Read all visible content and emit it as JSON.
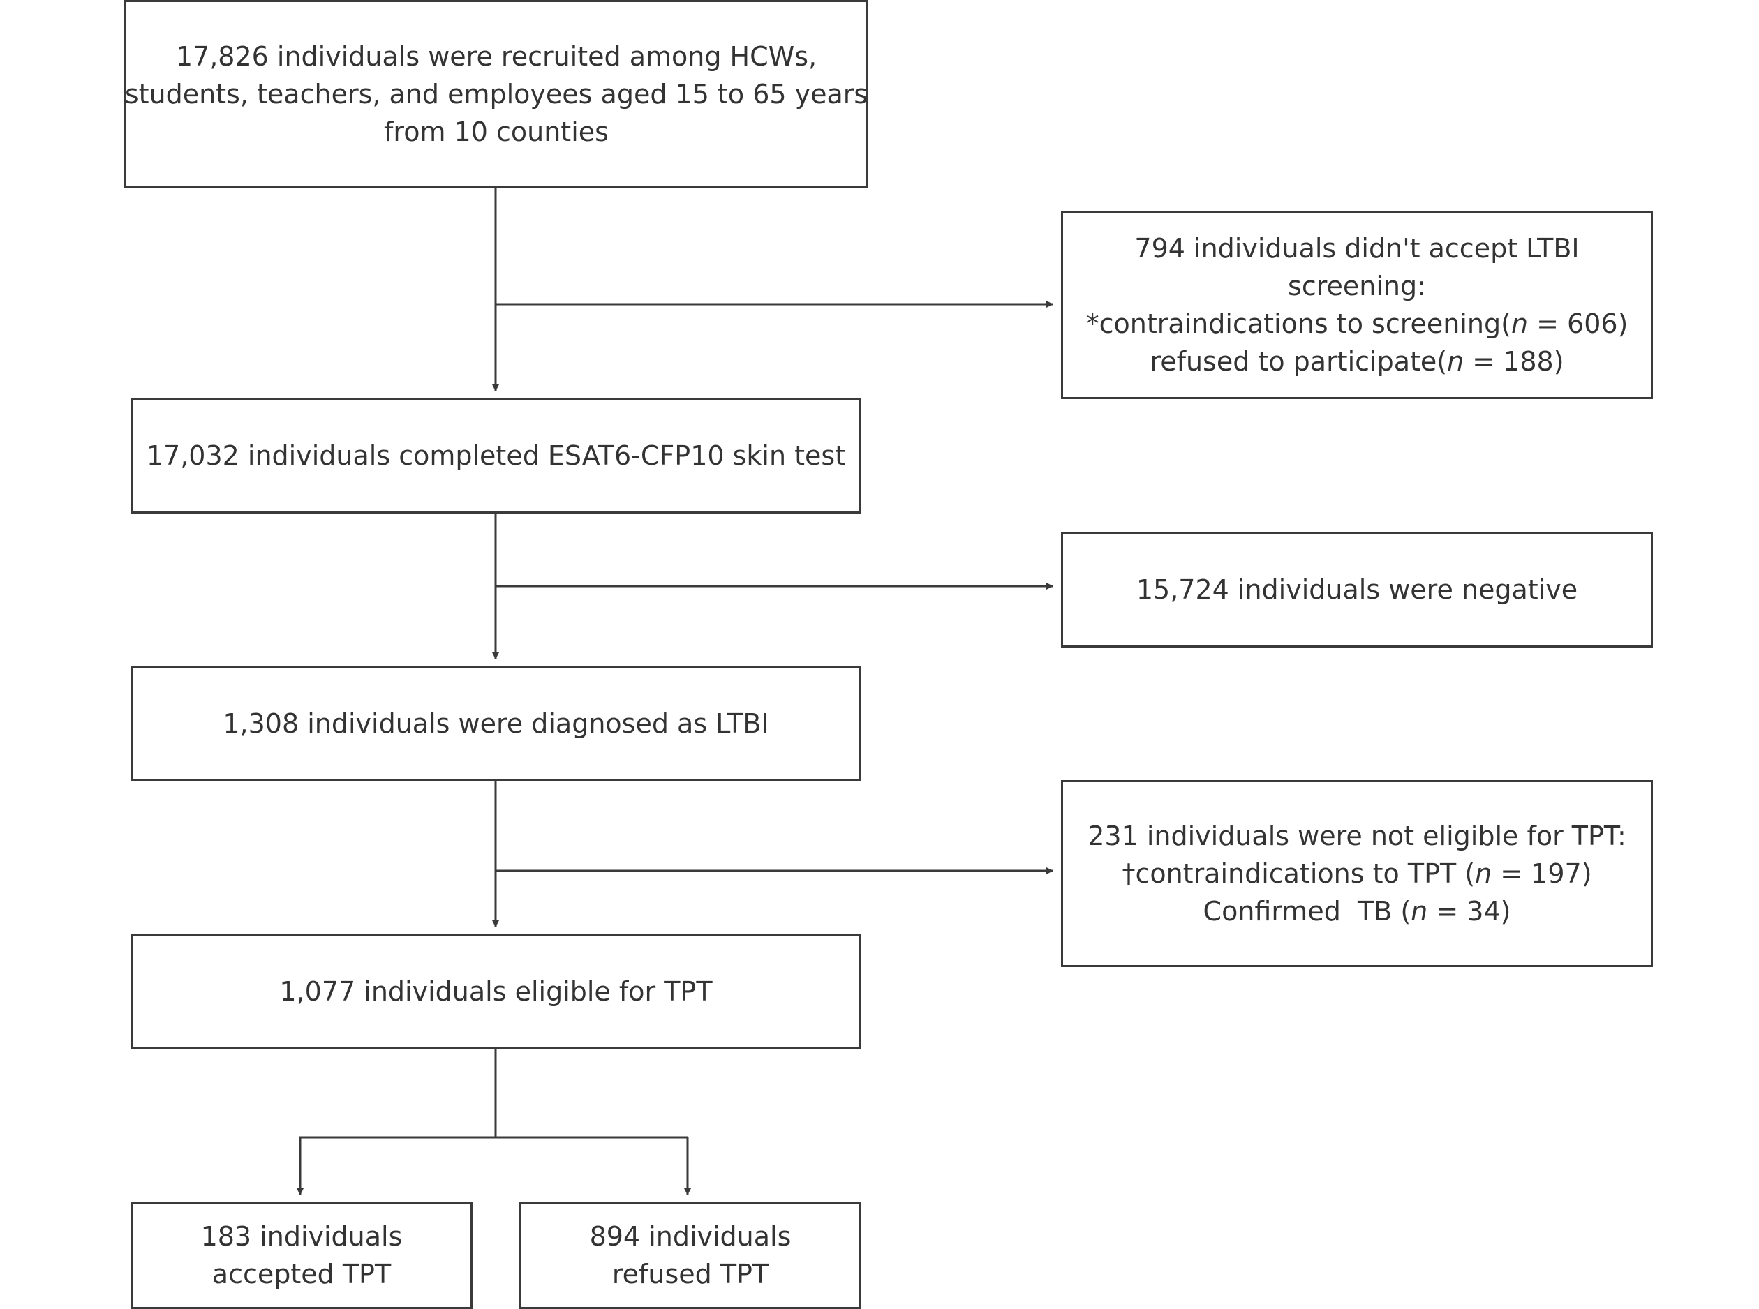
{
  "boxes": {
    "recruited": {
      "lines": [
        "17,826 individuals were recruited among HCWs,",
        "students, teachers, and employees aged 15 to 65 years",
        "from 10 counties"
      ]
    },
    "declined_screening": {
      "lines": [
        "794 individuals didn't accept LTBI",
        "screening:"
      ],
      "line3": {
        "pre": "*contraindications to screening(",
        "n": "n",
        "post": " = 606)"
      },
      "line4": {
        "pre": "refused to participate(",
        "n": "n",
        "post": " = 188)"
      }
    },
    "completed_test": {
      "lines": [
        "17,032 individuals completed ESAT6-CFP10 skin test"
      ]
    },
    "negative": {
      "lines": [
        "15,724 individuals were negative"
      ]
    },
    "diagnosed": {
      "lines": [
        "1,308 individuals were diagnosed as LTBI"
      ]
    },
    "not_eligible": {
      "lines": [
        "231 individuals were not eligible for TPT:"
      ],
      "line2": {
        "pre": "†contraindications to TPT (",
        "n": "n",
        "post": " = 197)"
      },
      "line3": {
        "pre": "Confirmed  TB (",
        "n": "n",
        "post": " = 34)"
      }
    },
    "eligible": {
      "lines": [
        "1,077 individuals eligible for TPT"
      ]
    },
    "accepted": {
      "lines": [
        "183 individuals",
        "accepted TPT"
      ]
    },
    "refused": {
      "lines": [
        "894 individuals",
        "refused TPT"
      ]
    }
  },
  "colors": {
    "stroke": "#3a3a3a",
    "text": "#333333"
  }
}
